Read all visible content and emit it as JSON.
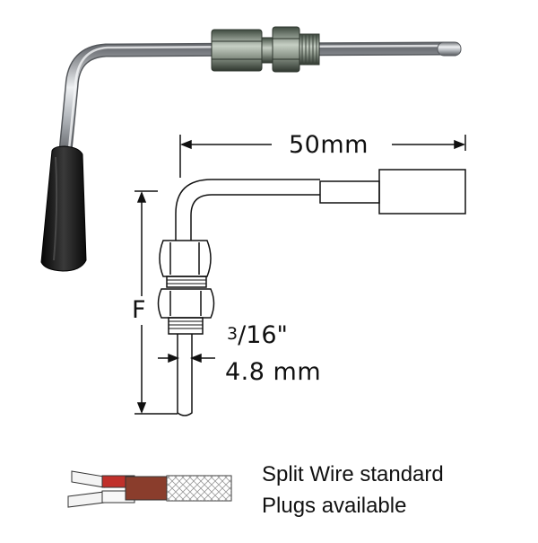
{
  "diagram": {
    "width_dimension": "50mm",
    "height_dimension": "F",
    "diameter_inch_numerator": "3",
    "diameter_inch_rest": "/16\"",
    "diameter_mm": "4.8 mm"
  },
  "notes": {
    "line1": "Split Wire standard",
    "line2": "Plugs available"
  },
  "colors": {
    "ink": "#111111",
    "steel": "#b9bcc0",
    "sleeve": "#151515",
    "wire_red": "#c0302b",
    "jacket_brown": "#8a3d2c"
  }
}
